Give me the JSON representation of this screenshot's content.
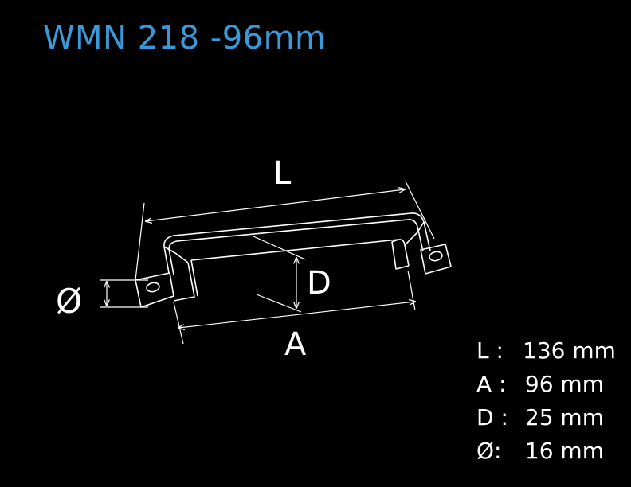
{
  "title": "WMN 218 -96mm",
  "colors": {
    "background": "#000000",
    "title": "#3a9ad9",
    "drawing": "#ffffff"
  },
  "dimension_labels": {
    "length": "L",
    "depth": "D",
    "center_distance": "A",
    "diameter": "Ø"
  },
  "specs": [
    {
      "key": "L :",
      "value": "136 mm"
    },
    {
      "key": "A :",
      "value": "96 mm"
    },
    {
      "key": "D :",
      "value": "25 mm"
    },
    {
      "key": "Ø:",
      "value": "16 mm"
    }
  ]
}
